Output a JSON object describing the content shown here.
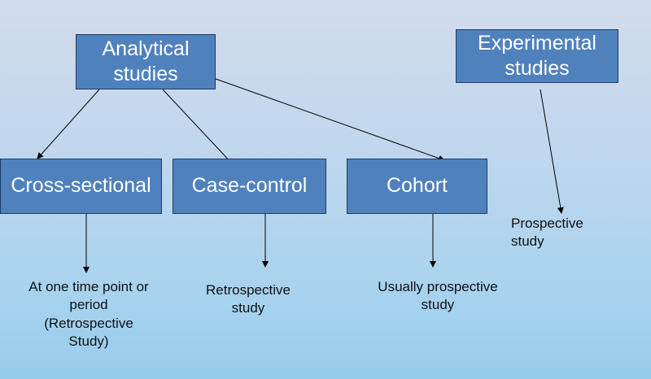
{
  "nodes": {
    "analytical": "Analytical studies",
    "experimental": "Experimental studies",
    "cross_sectional": "Cross-sectional",
    "case_control": "Case-control",
    "cohort": "Cohort"
  },
  "notes": {
    "cross_sectional": "At one time point or\nperiod\n(Retrospective\nStudy)",
    "case_control": "Retrospective\nstudy",
    "cohort": "Usually prospective\nstudy",
    "experimental": "Prospective\nstudy"
  },
  "colors": {
    "box_fill": "#4f81bd",
    "box_border": "#1f3b63",
    "box_text": "#ffffff",
    "note_text": "#111111"
  }
}
